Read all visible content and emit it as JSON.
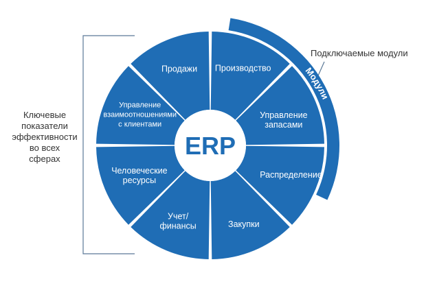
{
  "center_label": "ERP",
  "sectors": [
    {
      "lines": [
        "Производство"
      ]
    },
    {
      "lines": [
        "Управление",
        "запасами"
      ]
    },
    {
      "lines": [
        "Распределение"
      ]
    },
    {
      "lines": [
        "Закупки"
      ]
    },
    {
      "lines": [
        "Учет/",
        "финансы"
      ]
    },
    {
      "lines": [
        "Человеческие",
        "ресурсы"
      ]
    },
    {
      "lines": [
        "Управление",
        "взаимоотношениями",
        "с клиентами"
      ]
    },
    {
      "lines": [
        "Продажи"
      ]
    }
  ],
  "modules_arc_label": "Модули",
  "plug_in_label": "Подключаемые модули",
  "kpi_label_lines": [
    "Ключевые",
    "показатели",
    "эффективности",
    "во всех",
    "сферах"
  ],
  "colors": {
    "sector": "#1f6db5",
    "text_light": "#ffffff",
    "text_dark": "#333333",
    "bracket": "#5a7896"
  }
}
